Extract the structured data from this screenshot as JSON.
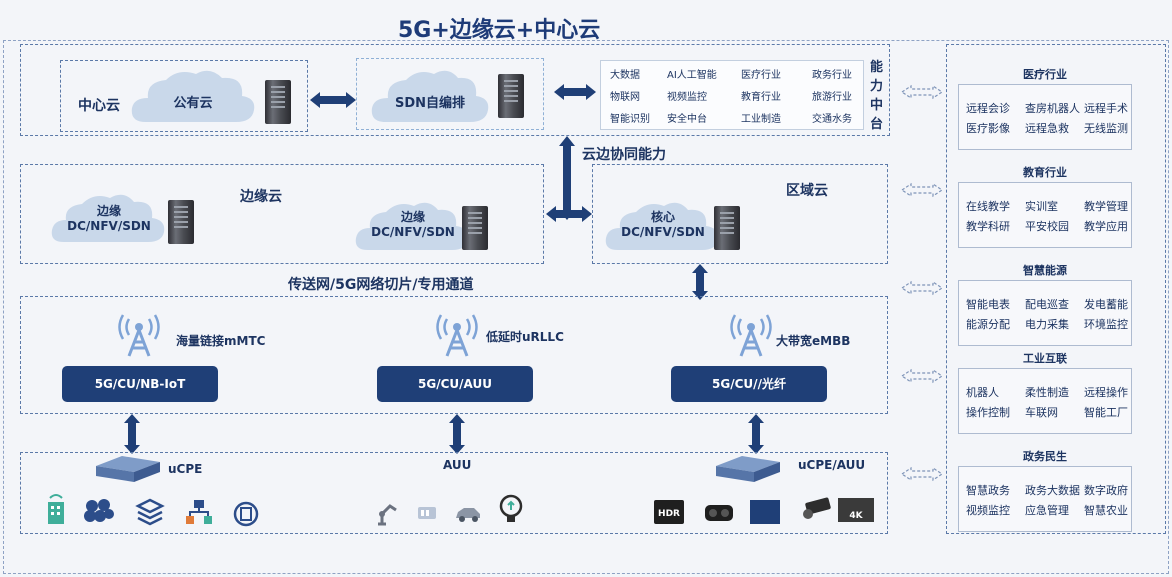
{
  "title": "5G+边缘云+中心云",
  "central": {
    "label": "中心云",
    "public_cloud": "公有云",
    "sdn": "SDN自编排",
    "services": [
      "大数据",
      "AI人工智能",
      "医疗行业",
      "政务行业",
      "物联网",
      "视频监控",
      "教育行业",
      "旅游行业",
      "智能识别",
      "安全中台",
      "工业制造",
      "交通水务"
    ],
    "platform": "能力中台",
    "platform_chars": [
      "能",
      "力",
      "中",
      "台"
    ]
  },
  "edge": {
    "label": "边缘云",
    "node1": "边缘\nDC/NFV/SDN",
    "node2": "边缘\nDC/NFV/SDN",
    "collab": "云边协同能力"
  },
  "regional": {
    "label": "区域云",
    "node": "核心\nDC/NFV/SDN"
  },
  "transport": "传送网/5G网络切片/专用通道",
  "access": [
    {
      "name": "海量链接mMTC",
      "tech": "5G/CU/NB-IoT"
    },
    {
      "name": "低延时uRLLC",
      "tech": "5G/CU/AUU"
    },
    {
      "name": "大带宽eMBB",
      "tech": "5G/CU//光纤"
    }
  ],
  "devices": {
    "left": "uCPE",
    "center": "AUU",
    "right": "uCPE/AUU",
    "hdr": "HDR",
    "k4": "4K"
  },
  "industries": [
    {
      "title": "医疗行业",
      "items": [
        "远程会诊",
        "查房机器人",
        "远程手术",
        "医疗影像",
        "远程急救",
        "无线监测"
      ]
    },
    {
      "title": "教育行业",
      "items": [
        "在线教学",
        "实训室",
        "教学管理",
        "教学科研",
        "平安校园",
        "教学应用"
      ]
    },
    {
      "title": "智慧能源",
      "items": [
        "智能电表",
        "配电巡查",
        "发电蓄能",
        "能源分配",
        "电力采集",
        "环境监控"
      ]
    },
    {
      "title": "工业互联",
      "items": [
        "机器人",
        "柔性制造",
        "远程操作",
        "操作控制",
        "车联网",
        "智能工厂"
      ]
    },
    {
      "title": "政务民生",
      "items": [
        "智慧政务",
        "政务大数据",
        "数字政府",
        "视频监控",
        "应急管理",
        "智慧农业"
      ]
    }
  ],
  "colors": {
    "primary": "#1f3f77",
    "cloud": "#c9d8ea",
    "dash": "#5b79a8",
    "arrow": "#1f3f77"
  }
}
